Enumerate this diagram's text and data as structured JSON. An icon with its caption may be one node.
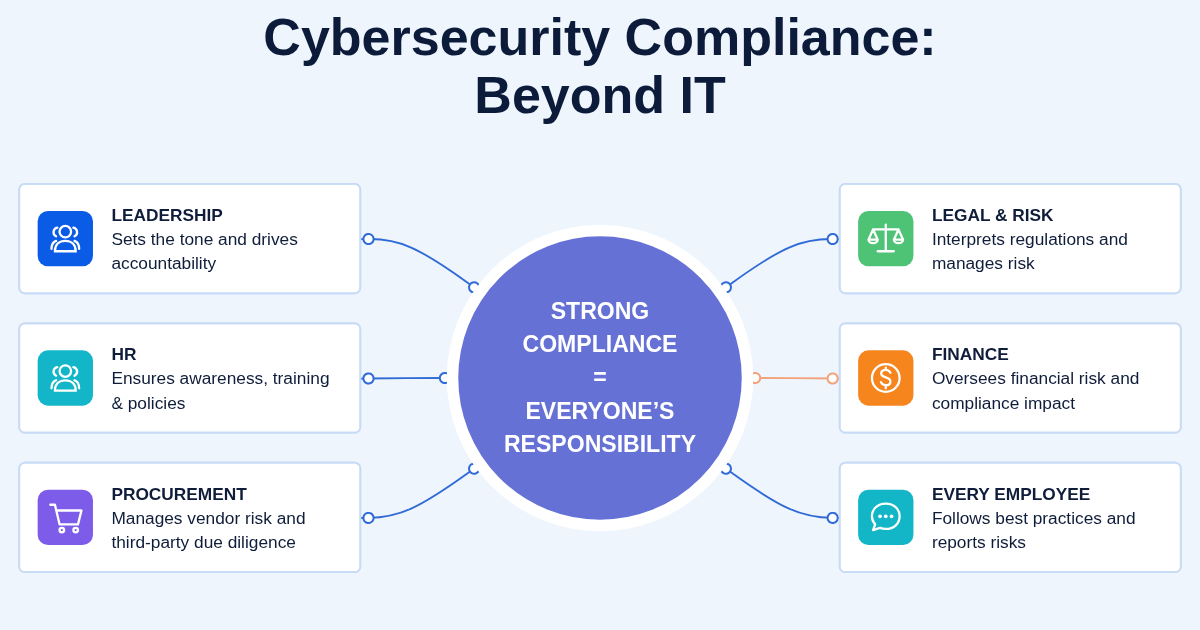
{
  "diagram": {
    "title": "Cybersecurity Compliance: Beyond IT",
    "nodes": [
      {
        "text": [
          "LEADERSHIP",
          "Sets the tone and drives accountability"
        ]
      },
      {
        "text": [
          "HR",
          "Ensures awareness, training & policies"
        ]
      },
      {
        "text": [
          "PROCUREMENT",
          "Manages vendor risk and third-party due diligence"
        ]
      },
      {
        "text": [
          "STRONG COMPLIANCE",
          "=",
          "EVERYONE’S RESPONSIBILITY"
        ]
      },
      {
        "text": [
          "LEGAL & RISK",
          "Interprets regulations and manages risk"
        ]
      },
      {
        "text": [
          "FINANCE",
          "Oversees financial risk and compliance impact"
        ]
      },
      {
        "text": [
          "EVERY EMPLOYEE",
          "Follows best practices and reports risks"
        ]
      }
    ],
    "edges": [
      {
        "from": 0,
        "to": 3,
        "arrow": "other"
      },
      {
        "from": 1,
        "to": 3,
        "arrow": "other"
      },
      {
        "from": 2,
        "to": 3,
        "arrow": "other"
      },
      {
        "from": 3,
        "to": 4,
        "arrow": "other"
      },
      {
        "from": 3,
        "to": 5,
        "arrow": "other",
        "color": "#f4a27c"
      },
      {
        "from": 3,
        "to": 6,
        "arrow": "other"
      }
    ]
  }
}
